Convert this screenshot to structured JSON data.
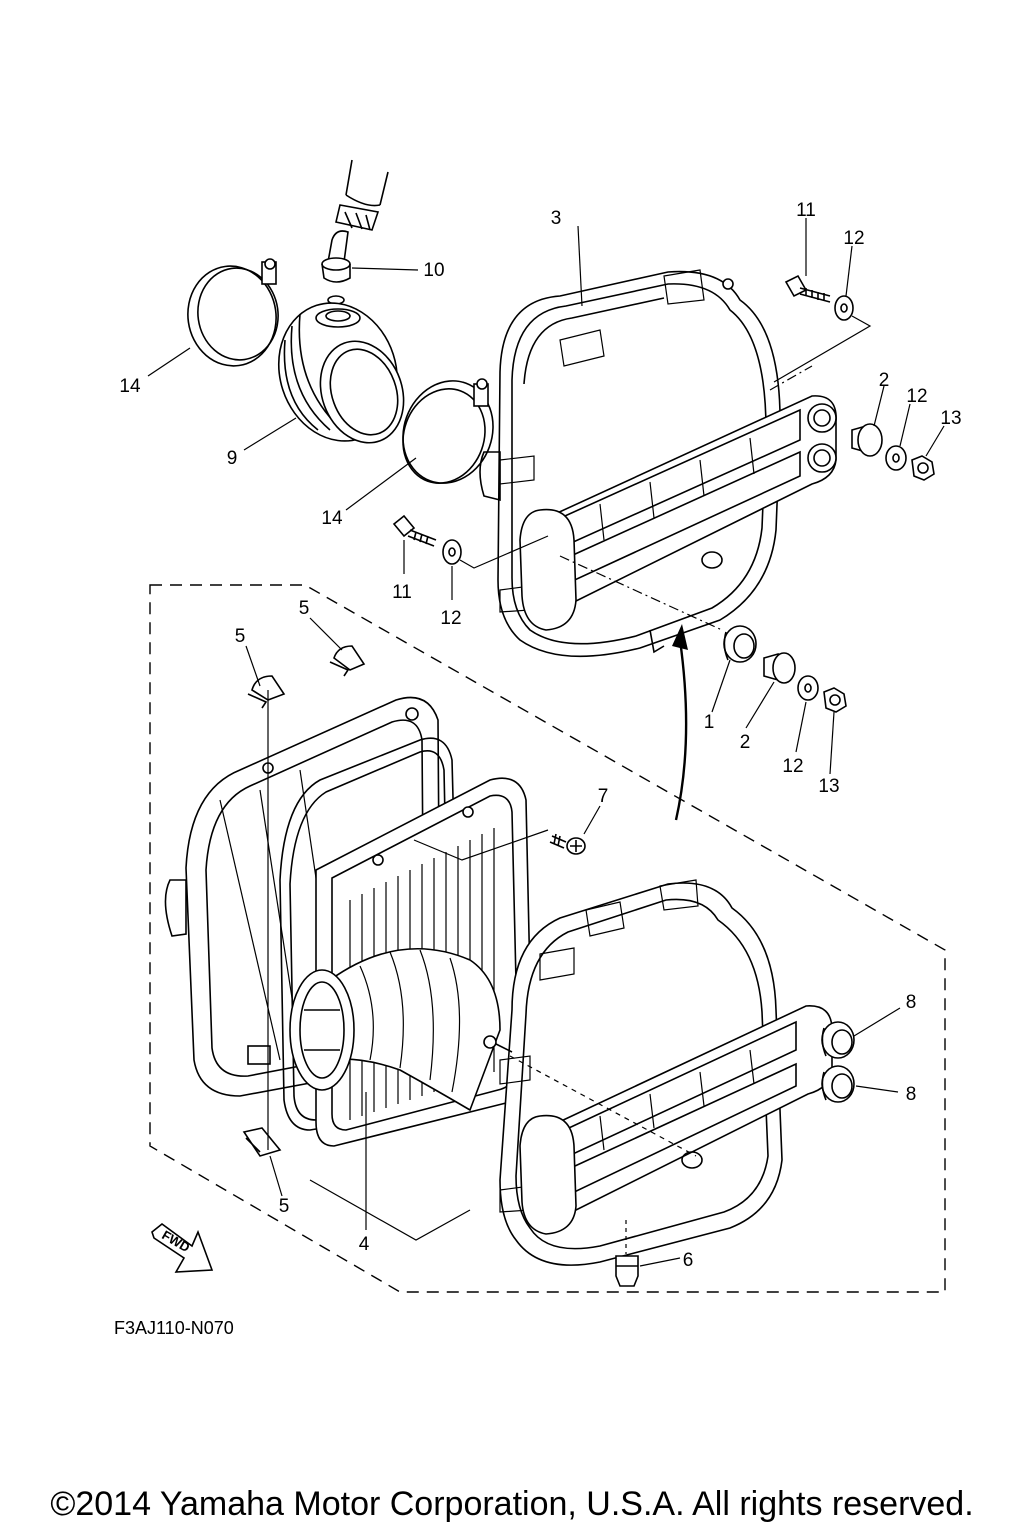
{
  "callouts": {
    "c1": "1",
    "c2a": "2",
    "c2b": "2",
    "c3": "3",
    "c4": "4",
    "c5a": "5",
    "c5b": "5",
    "c5c": "5",
    "c6": "6",
    "c7": "7",
    "c8a": "8",
    "c8b": "8",
    "c9": "9",
    "c10": "10",
    "c11a": "11",
    "c11b": "11",
    "c12a": "12",
    "c12b": "12",
    "c12c": "12",
    "c12d": "12",
    "c13a": "13",
    "c13b": "13",
    "c14a": "14",
    "c14b": "14"
  },
  "fwd_label": "FWD",
  "diagram_code": "F3AJ110-N070",
  "copyright": "©2014 Yamaha Motor Corporation, U.S.A. All rights reserved."
}
